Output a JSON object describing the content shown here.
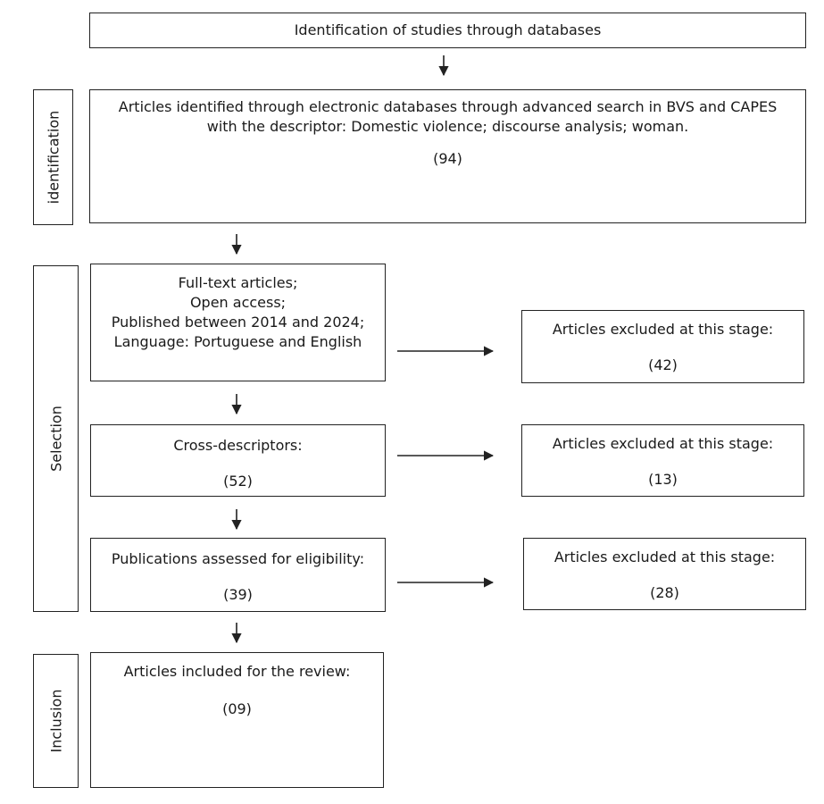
{
  "top": {
    "title": "Identification of studies through databases"
  },
  "stages": {
    "identification": "identification",
    "selection": "Selection",
    "inclusion": "Inclusion"
  },
  "identification_box": {
    "line1": "Articles identified through electronic databases through advanced search in BVS and CAPES",
    "line2": "with the descriptor: Domestic violence; discourse analysis; woman.",
    "count": "(94)"
  },
  "filters_box": {
    "lines": [
      "Full-text articles;",
      "Open access;",
      "Published between 2014 and 2024;",
      "Language: Portuguese and English"
    ]
  },
  "cross_box": {
    "label": "Cross-descriptors:",
    "count": "(52)"
  },
  "eligibility_box": {
    "label": "Publications assessed for eligibility:",
    "count": "(39)"
  },
  "included_box": {
    "label": "Articles included for the review:",
    "count": "(09)"
  },
  "excluded": [
    {
      "label": "Articles excluded at this stage:",
      "count": "(42)"
    },
    {
      "label": "Articles excluded at this stage:",
      "count": "(13)"
    },
    {
      "label": "Articles excluded at this stage:",
      "count": "(28)"
    }
  ]
}
